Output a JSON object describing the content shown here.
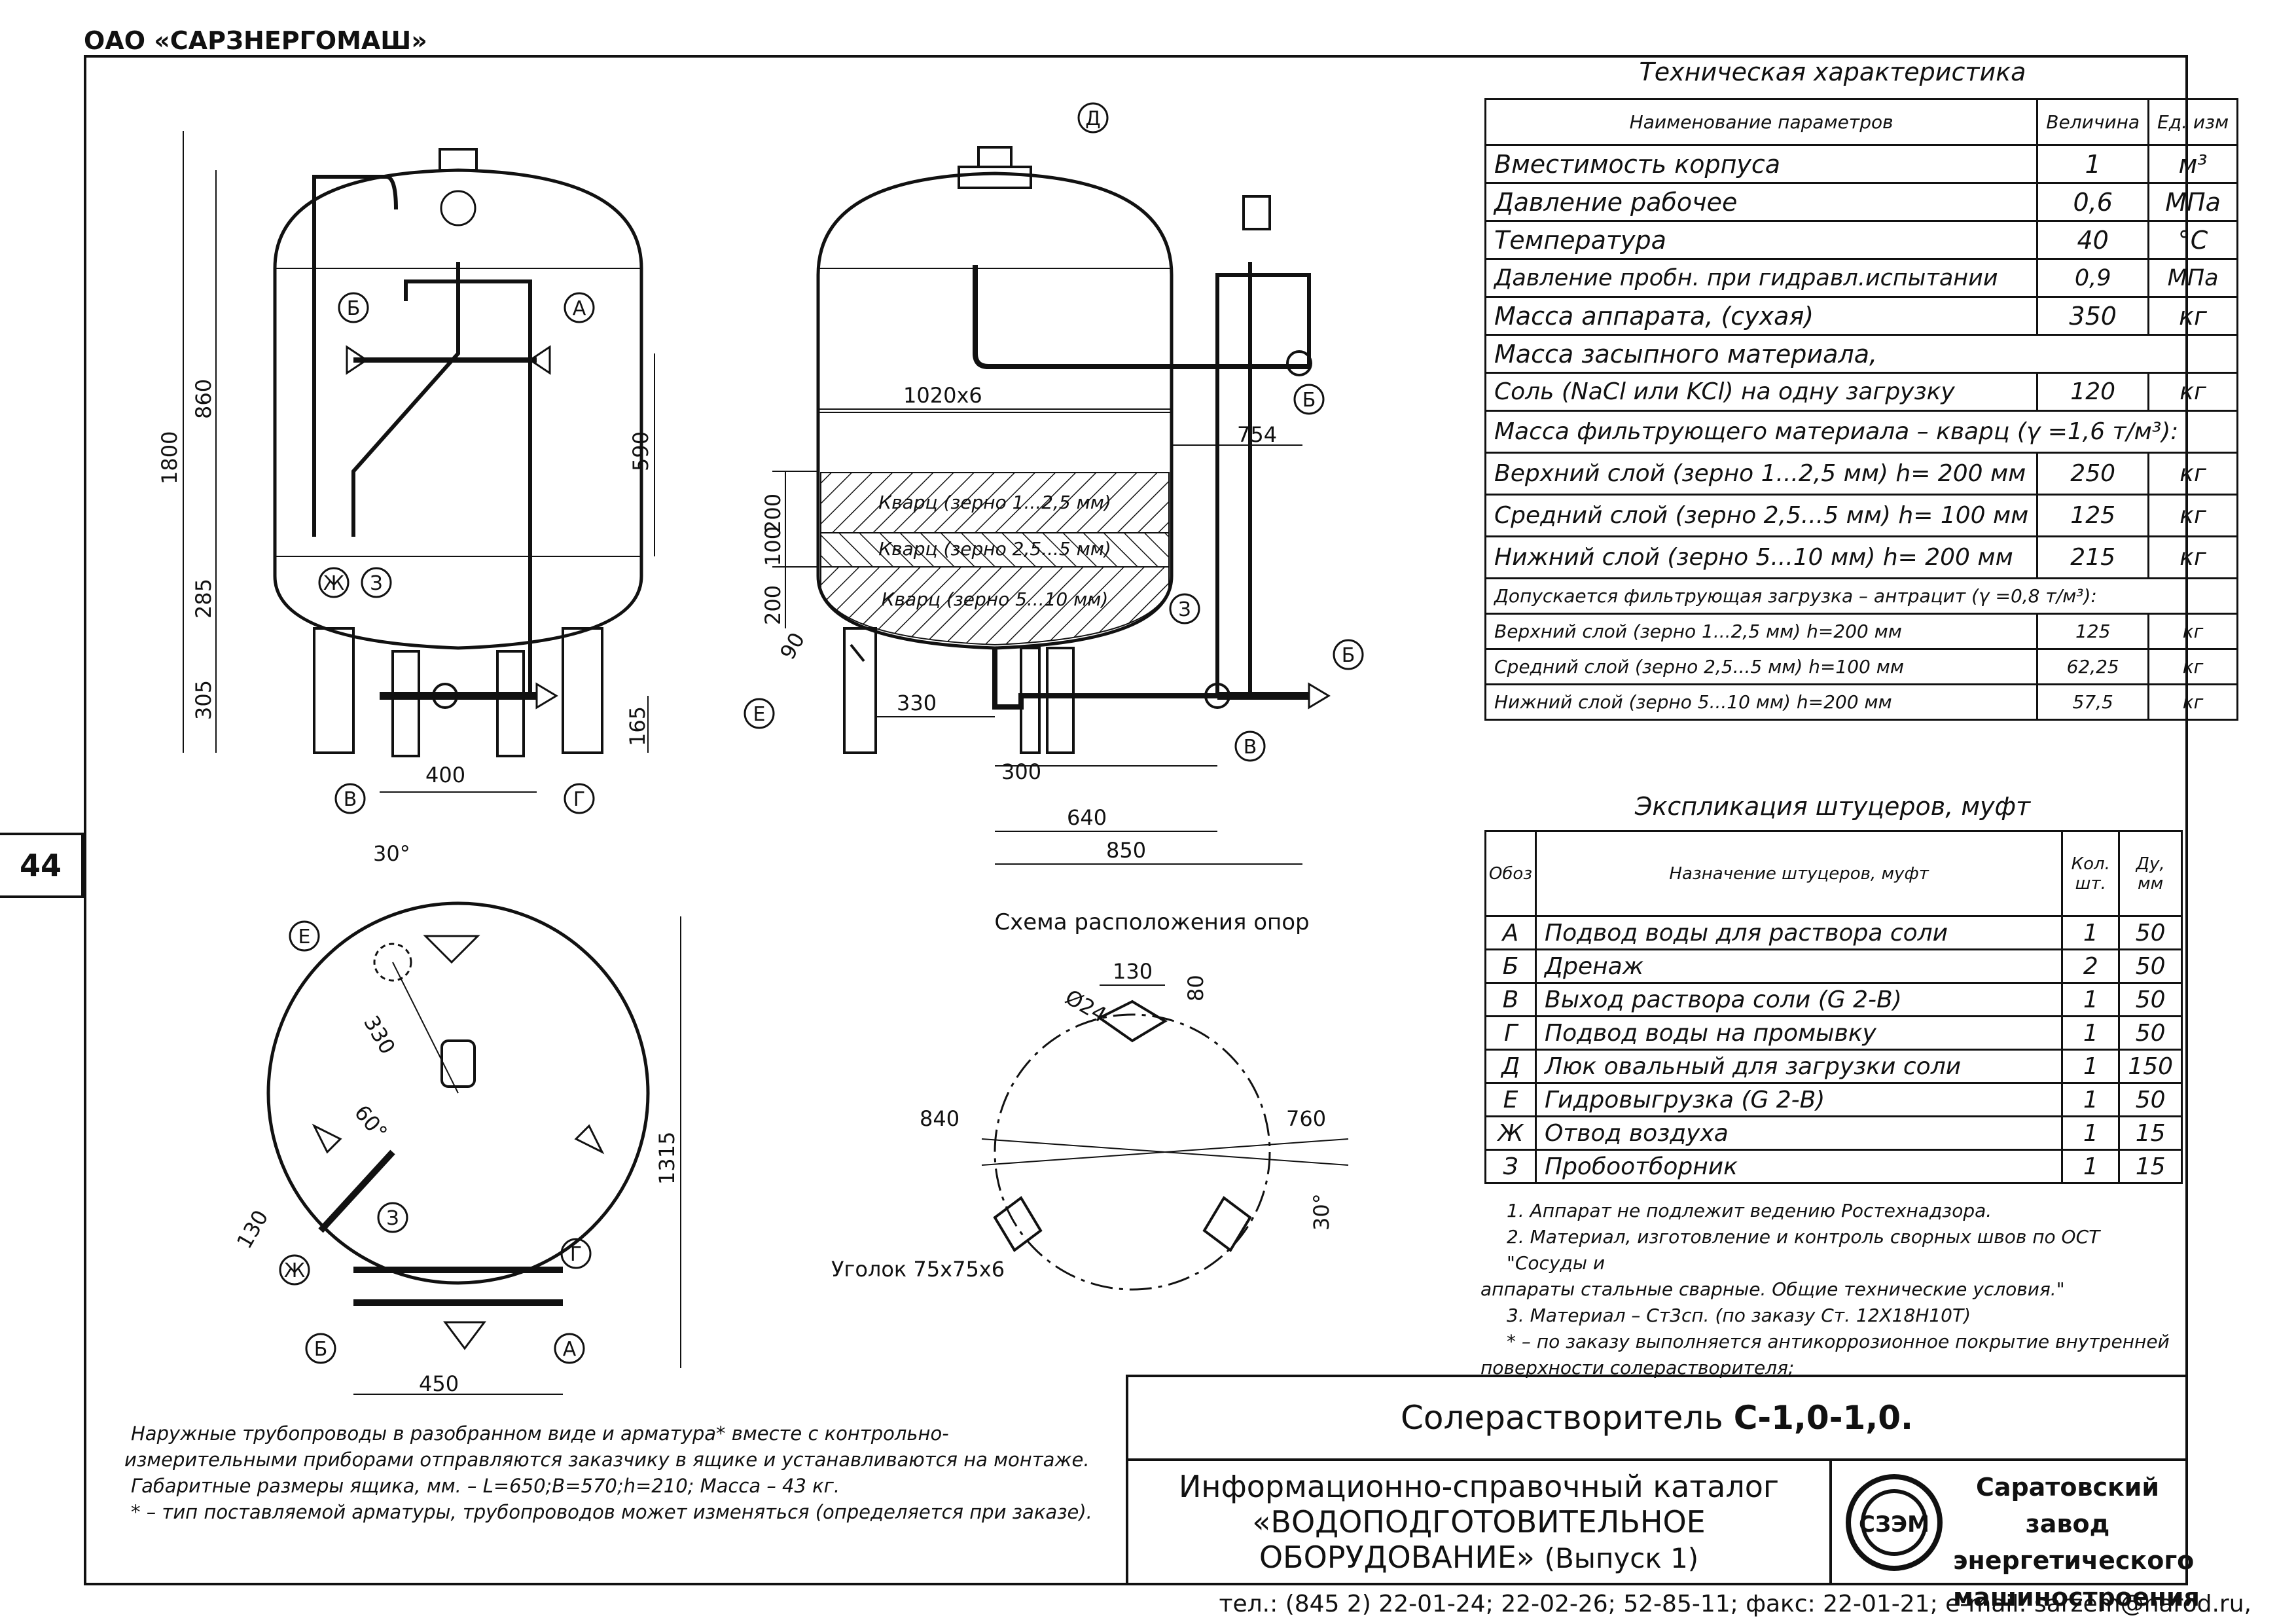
{
  "header": {
    "company": "ОАО «САРЗНЕРГОМАШ»"
  },
  "page_number": "44",
  "tech_spec": {
    "title": "Техническая характеристика",
    "headers": {
      "name": "Наименование параметров",
      "value": "Величина",
      "unit": "Ед. изм"
    },
    "rows": [
      {
        "name": "Вместимость корпуса",
        "value": "1",
        "unit": "м³"
      },
      {
        "name": "Давление рабочее",
        "value": "0,6",
        "unit": "МПа"
      },
      {
        "name": "Температура",
        "value": "40",
        "unit": "°С"
      },
      {
        "name": "Давление пробн. при гидравл.испытании",
        "value": "0,9",
        "unit": "МПа"
      },
      {
        "name": "Масса аппарата, (сухая)",
        "value": "350",
        "unit": "кг"
      }
    ],
    "salt_heading": "Масса засыпного материала,",
    "salt_row": {
      "name": "Соль (NaCl или KCl) на одну загрузку",
      "value": "120",
      "unit": "кг"
    },
    "quartz_heading": "Масса фильтрующего материала – кварц (γ =1,6 т/м³):",
    "quartz_rows": [
      {
        "name": "Верхний слой (зерно 1...2,5 мм) h= 200 мм",
        "value": "250",
        "unit": "кг"
      },
      {
        "name": "Средний слой (зерно 2,5...5 мм) h= 100 мм",
        "value": "125",
        "unit": "кг"
      },
      {
        "name": "Нижний слой (зерно 5...10 мм) h= 200 мм",
        "value": "215",
        "unit": "кг"
      }
    ],
    "anthracite_heading": "Допускается фильтрующая загрузка – антрацит (γ =0,8 т/м³):",
    "anthracite_rows": [
      {
        "name": "Верхний слой (зерно 1...2,5 мм) h=200 мм",
        "value": "125",
        "unit": "кг"
      },
      {
        "name": "Средний слой (зерно 2,5...5 мм) h=100 мм",
        "value": "62,25",
        "unit": "кг"
      },
      {
        "name": "Нижний слой (зерно 5...10 мм) h=200 мм",
        "value": "57,5",
        "unit": "кг"
      }
    ]
  },
  "fittings": {
    "title": "Экспликация штуцеров, муфт",
    "headers": {
      "code": "Обоз",
      "purpose": "Назначение штуцеров, муфт",
      "qty": "Кол. шт.",
      "dn": "Ду, мм"
    },
    "rows": [
      {
        "code": "А",
        "purpose": "Подвод воды для раствора соли",
        "qty": "1",
        "dn": "50"
      },
      {
        "code": "Б",
        "purpose": "Дренаж",
        "qty": "2",
        "dn": "50"
      },
      {
        "code": "В",
        "purpose": "Выход раствора соли (G 2-В)",
        "qty": "1",
        "dn": "50"
      },
      {
        "code": "Г",
        "purpose": "Подвод воды на промывку",
        "qty": "1",
        "dn": "50"
      },
      {
        "code": "Д",
        "purpose": "Люк овальный для загрузки соли",
        "qty": "1",
        "dn": "150"
      },
      {
        "code": "Е",
        "purpose": "Гидровыгрузка (G 2-В)",
        "qty": "1",
        "dn": "50"
      },
      {
        "code": "Ж",
        "purpose": "Отвод воздуха",
        "qty": "1",
        "dn": "15"
      },
      {
        "code": "З",
        "purpose": "Пробоотборник",
        "qty": "1",
        "dn": "15"
      }
    ]
  },
  "notes": [
    "1. Аппарат не подлежит ведению Ростехнадзора.",
    "2. Материал, изготовление и контроль сворных швов по ОСТ \"Сосуды и",
    "аппараты стальные сварные. Общие технические условия.\"",
    "3. Материал – Ст3сп. (по заказу Ст. 12Х18Н10Т)",
    "* – по заказу выполняется антикоррозионное покрытие внутренней",
    "поверхности солерастворителя;"
  ],
  "bottom_notes": [
    "Наружные трубопроводы в разобранном виде и арматура* вместе с контрольно-",
    "измерительными приборами отправляются заказчику в ящике и устанавливаются на монтаже.",
    "Габаритные размеры ящика, мм. – L=650;B=570;h=210; Масса – 43 кг.",
    "* – тип поставляемой арматуры, трубопроводов может изменяться (определяется при заказе)."
  ],
  "drawing": {
    "supports_title": "Схема расположения опор",
    "angle_label": "Уголок 75х75х6",
    "quartz_labels": [
      "Кварц (зерно 1...2,5 мм)",
      "Кварц (зерно 2,5...5 мм)",
      "Кварц (зерно 5...10 мм)"
    ],
    "dims": {
      "d1800": "1800",
      "d860": "860",
      "d590": "590",
      "d285": "285",
      "d305": "305",
      "d165": "165",
      "d400": "400",
      "d1020": "1020х6",
      "d754": "754",
      "d200a": "200",
      "d100": "100",
      "d200b": "200",
      "d90": "90",
      "d330": "330",
      "d300": "300",
      "d640": "640",
      "d850": "850",
      "d30deg": "30°",
      "d330b": "330",
      "d60deg": "60°",
      "d130": "130",
      "d1315": "1315",
      "d450": "450",
      "s130": "130",
      "s80": "80",
      "s24": "Ø24",
      "s840": "840",
      "s760": "760",
      "s30": "30°"
    },
    "letters": {
      "A": "А",
      "B": "Б",
      "V": "В",
      "G": "Г",
      "D": "Д",
      "E": "Е",
      "Zh": "Ж",
      "Z": "З"
    }
  },
  "title_block": {
    "product": "Солерастворитель",
    "model": "С-1,0-1,0.",
    "catalog_line1": "Информационно-справочный каталог",
    "catalog_line2": "«ВОДОПОДГОТОВИТЕЛЬНОЕ",
    "catalog_line3": "ОБОРУДОВАНИЕ»",
    "catalog_issue": "(Выпуск 1)",
    "maker_line1": "Саратовский завод",
    "maker_line2": "энергетического",
    "maker_line3": "машиностроения",
    "logo_text": "СЗЭМ"
  },
  "contacts": "тел.: (845 2) 22-01-24; 22-02-26; 52-85-11; факс: 22-01-21; e-mail: sarzem@narod.ru,"
}
